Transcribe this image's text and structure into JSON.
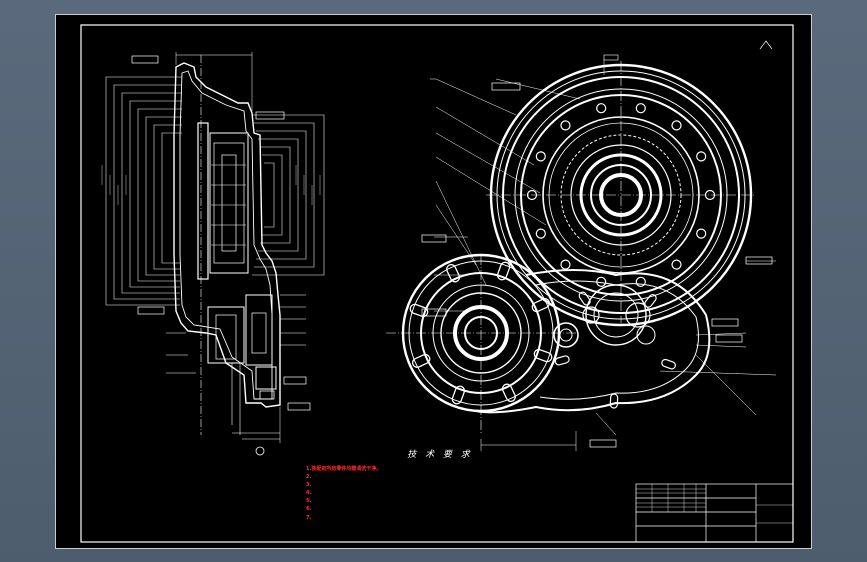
{
  "notes": {
    "title": "技 术 要 求",
    "items": [
      "1.装配前所有零件均需清洗干净。",
      "2.",
      "3.",
      "4.",
      "5.",
      "6.",
      "7."
    ]
  },
  "title_block": {
    "part_name": "",
    "drawing_no": "",
    "school": ""
  },
  "scale_label": ""
}
